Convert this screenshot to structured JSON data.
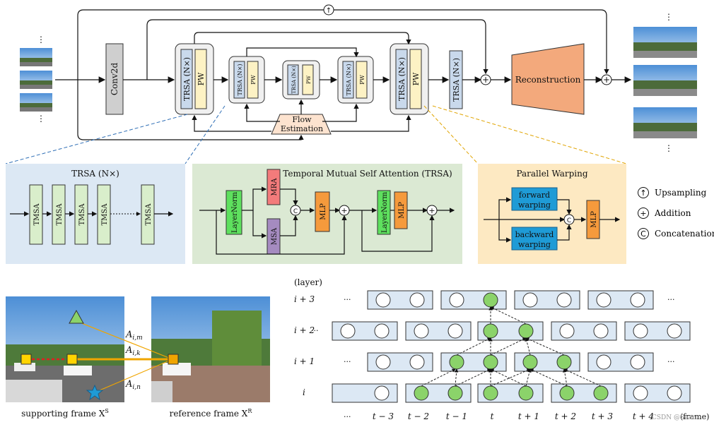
{
  "top": {
    "conv2d": "Conv2d",
    "trsa_label": "TRSA (N×)",
    "trsa_small": "TRSA (N×)",
    "pw": "PW",
    "flow_estimation": [
      "Flow",
      "Estimation"
    ],
    "reconstruction": "Reconstruction",
    "dots": "⋮"
  },
  "panels": {
    "trsa": {
      "title": "TRSA (N×)",
      "block": "TMSA"
    },
    "tmsa": {
      "title": "Temporal Mutual Self Attention (TRSA)",
      "layernorm": "LayerNorm",
      "mra": "MRA",
      "msa": "MSA",
      "mlp": "MLP",
      "concat": "C"
    },
    "warping": {
      "title": "Parallel Warping",
      "forward": [
        "forward",
        "warping"
      ],
      "backward": [
        "backward",
        "warping"
      ],
      "mlp": "MLP",
      "concat": "C"
    }
  },
  "legend": [
    {
      "symbol": "↑",
      "label": "Upsampling"
    },
    {
      "symbol": "+",
      "label": "Addition"
    },
    {
      "symbol": "C",
      "label": "Concatenation"
    }
  ],
  "bottom_left": {
    "supporting": "supporting frame X",
    "supporting_sup": "S",
    "reference": "reference frame X",
    "reference_sup": "R",
    "labels": [
      {
        "main": "A",
        "sub": "i,m"
      },
      {
        "main": "A",
        "sub": "i,k"
      },
      {
        "main": "A",
        "sub": "i,n"
      }
    ]
  },
  "graph": {
    "layer_title": "(layer)",
    "layers": [
      "i + 3",
      "i + 2",
      "i + 1",
      "i"
    ],
    "frames": [
      "t − 3",
      "t − 2",
      "t − 1",
      "t",
      "t + 1",
      "t + 2",
      "t + 3",
      "t + 4"
    ],
    "ellipsis": "···",
    "frame_label": "(frame)",
    "watermark": "CSDN @Sean"
  },
  "colors": {
    "trsa_fill": "#c9d9ec",
    "pw_fill": "#fdf2c4",
    "panel_blue": "#dce8f4",
    "panel_green": "#dbe9d3",
    "panel_yellow": "#fde9c2",
    "green_block": "#d9eecb",
    "layernorm": "#5ee05e",
    "mra": "#f37b7b",
    "msa": "#a58bc0",
    "mlp": "#f59a3c",
    "warp_box": "#1f9bd6",
    "reconstruction": "#f3a97c",
    "node_green": "#8bd36a"
  }
}
